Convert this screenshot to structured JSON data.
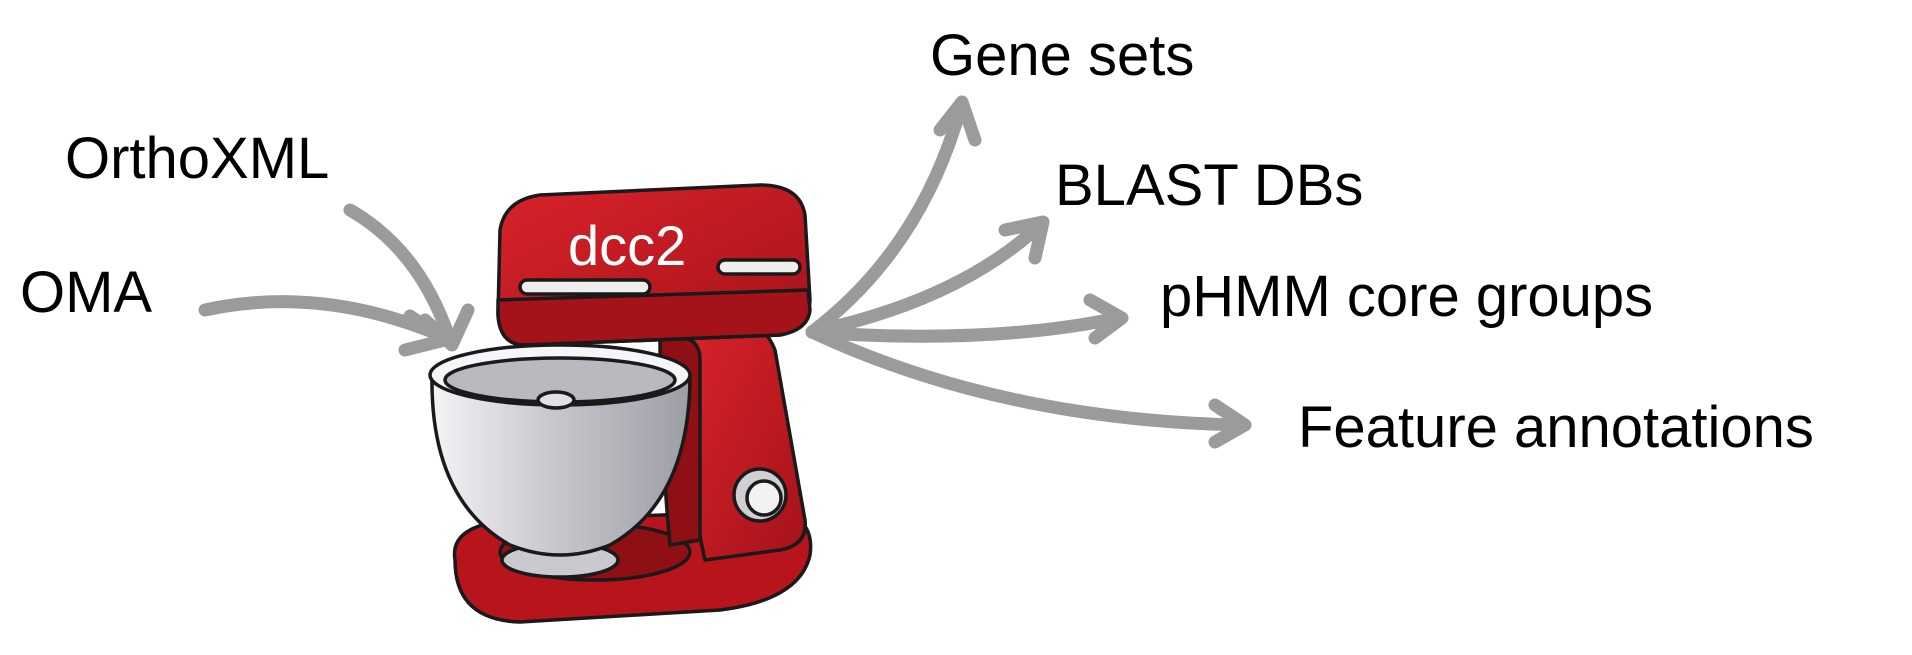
{
  "inputs": {
    "orthoxml": "OrthoXML",
    "oma": "OMA"
  },
  "tool": {
    "label": "dcc2",
    "icon": "stand-mixer-icon"
  },
  "outputs": {
    "gene_sets": "Gene sets",
    "blast_dbs": "BLAST DBs",
    "phmm": "pHMM core groups",
    "features": "Feature annotations"
  },
  "colors": {
    "arrow": "#9b9b9b",
    "mixer_red": "#c8161d",
    "mixer_dark_red": "#8e0f14",
    "bowl": "#d9d9de",
    "text": "#000000"
  }
}
